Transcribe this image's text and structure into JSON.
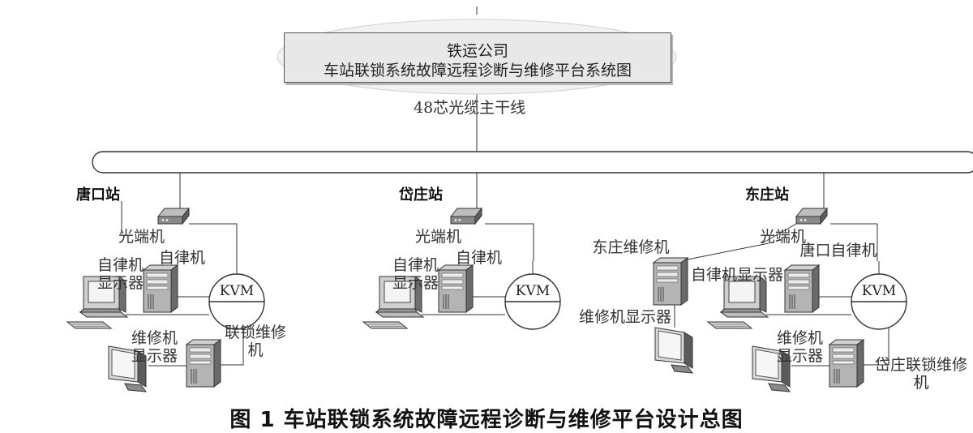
{
  "platform": {
    "company": "铁运公司",
    "title": "车站联锁系统故障远程诊断与维修平台系统图"
  },
  "backbone_label": "48芯光缆主干线",
  "stations": [
    {
      "name": "唐口站",
      "optical_terminal": "光端机",
      "interlock_machine": "自律机",
      "interlock_display": "自律机显示器",
      "kvm": "KVM",
      "maintenance_display": "维修机显示器",
      "interlock_maintenance": "联锁维修机"
    },
    {
      "name": "岱庄站",
      "optical_terminal": "光端机",
      "interlock_machine": "自律机",
      "interlock_display": "自律机显示器",
      "kvm": "KVM"
    },
    {
      "name": "东庄站",
      "optical_terminal": "光端机",
      "local_maintenance": "东庄维修机",
      "maintenance_display": "维修机显示器",
      "remote_interlock": "唐口自律机",
      "interlock_display": "自律机显示器",
      "kvm": "KVM",
      "maintenance_display_2": "维修机显示器",
      "remote_maintenance": "岱庄联锁维修机"
    }
  ],
  "caption": "图 1 车站联锁系统故障远程诊断与维修平台设计总图"
}
